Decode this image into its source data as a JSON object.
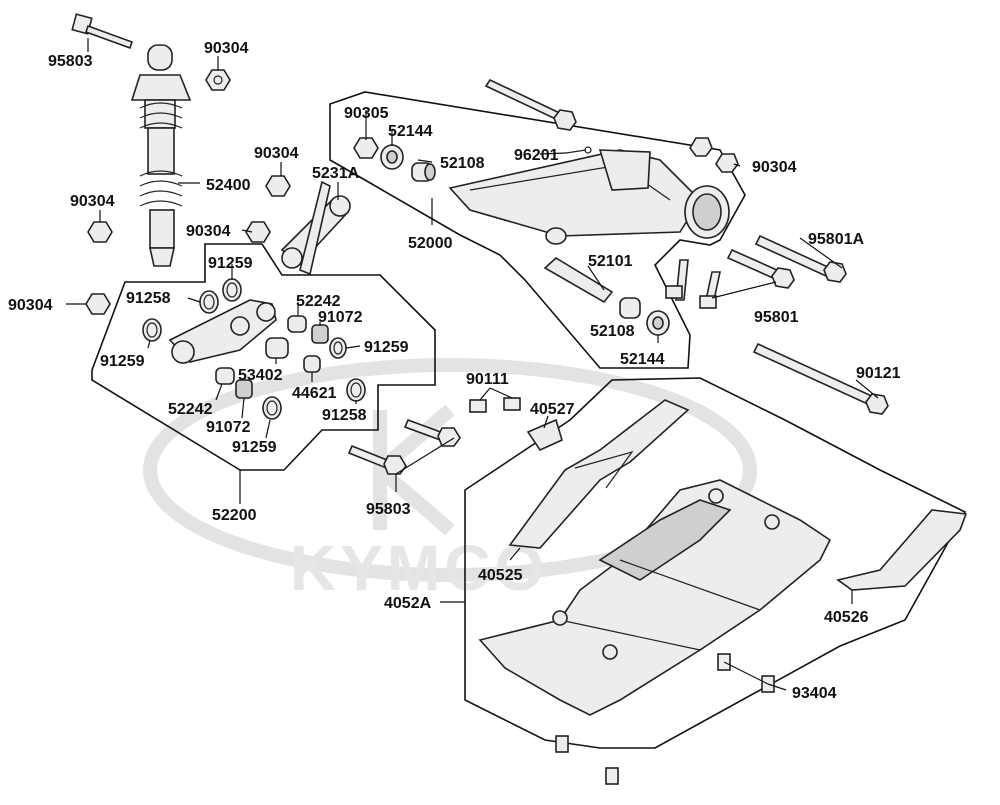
{
  "watermark": "KYMCO",
  "parts": {
    "p95803a": "95803",
    "p90304a": "90304",
    "p90305": "90305",
    "p52144a": "52144",
    "p52108a": "52108",
    "p96201": "96201",
    "p90304b": "90304",
    "p90304c": "90304",
    "p52400": "52400",
    "p5231A": "5231A",
    "p52000": "52000",
    "p90304d": "90304",
    "p90304e": "90304",
    "p95801A": "95801A",
    "p91259a": "91259",
    "p52101": "52101",
    "p90304f": "90304",
    "p91258a": "91258",
    "p52242a": "52242",
    "p91072a": "91072",
    "p95801": "95801",
    "p52108b": "52108",
    "p91259b": "91259",
    "p91259c": "91259",
    "p52144b": "52144",
    "p53402": "53402",
    "p44621": "44621",
    "p90121": "90121",
    "p90111": "90111",
    "p40527": "40527",
    "p52242b": "52242",
    "p91258b": "91258",
    "p91072b": "91072",
    "p91259d": "91259",
    "p95803b": "95803",
    "p52200": "52200",
    "p40525": "40525",
    "p4052A": "4052A",
    "p40526": "40526",
    "p93404": "93404"
  }
}
